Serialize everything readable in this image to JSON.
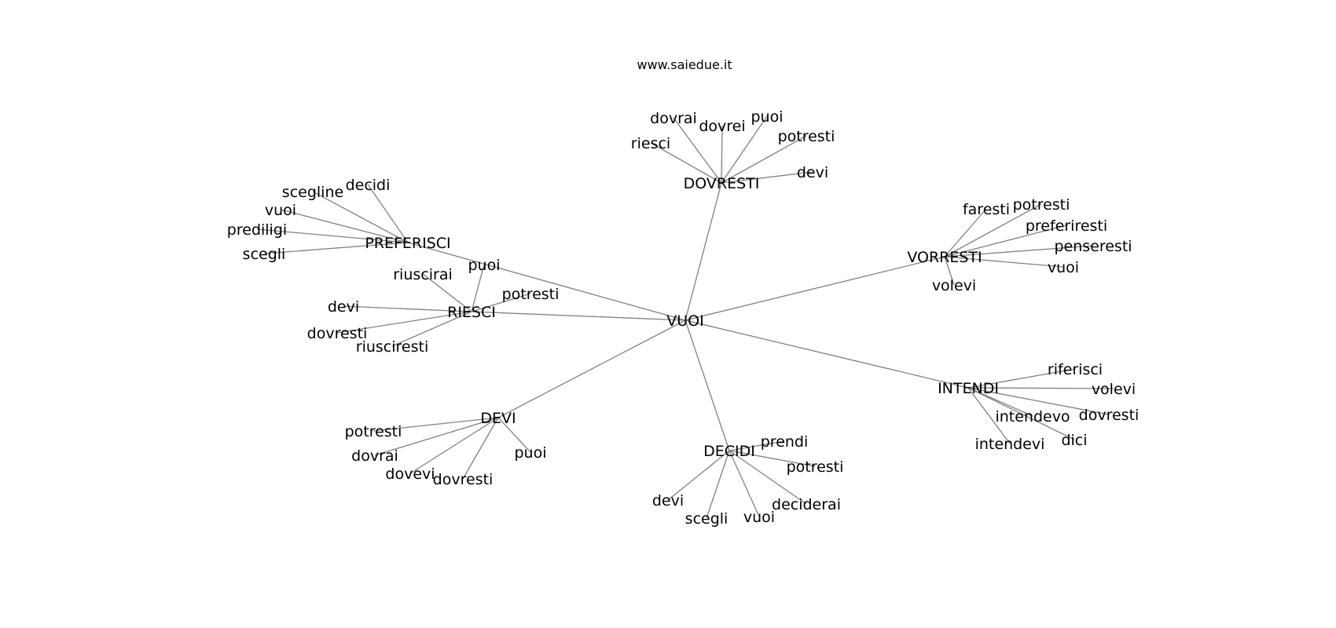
{
  "site_label": "www.saiedue.it",
  "root": "VUOI",
  "hubs": [
    {
      "id": "dovresti",
      "label": "DOVRESTI",
      "words": [
        "riesci",
        "dovrai",
        "dovrei",
        "puoi",
        "potresti",
        "devi"
      ]
    },
    {
      "id": "preferisci",
      "label": "PREFERISCI",
      "words": [
        "scegline",
        "decidi",
        "vuoi",
        "prediligi",
        "scegli"
      ]
    },
    {
      "id": "riesci",
      "label": "RIESCI",
      "words": [
        "riuscirai",
        "puoi",
        "potresti",
        "devi",
        "dovresti",
        "riusciresti"
      ]
    },
    {
      "id": "vorresti",
      "label": "VORRESTI",
      "words": [
        "faresti",
        "potresti",
        "preferiresti",
        "penseresti",
        "vuoi",
        "volevi"
      ]
    },
    {
      "id": "intendi",
      "label": "INTENDI",
      "words": [
        "riferisci",
        "volevi",
        "intendevo",
        "dovresti",
        "dici",
        "intendevi"
      ]
    },
    {
      "id": "devi",
      "label": "DEVI",
      "words": [
        "potresti",
        "dovrai",
        "dovevi",
        "dovresti",
        "puoi"
      ]
    },
    {
      "id": "decidi",
      "label": "DECIDI",
      "words": [
        "prendi",
        "potresti",
        "deciderai",
        "vuoi",
        "scegli",
        "devi"
      ]
    }
  ]
}
